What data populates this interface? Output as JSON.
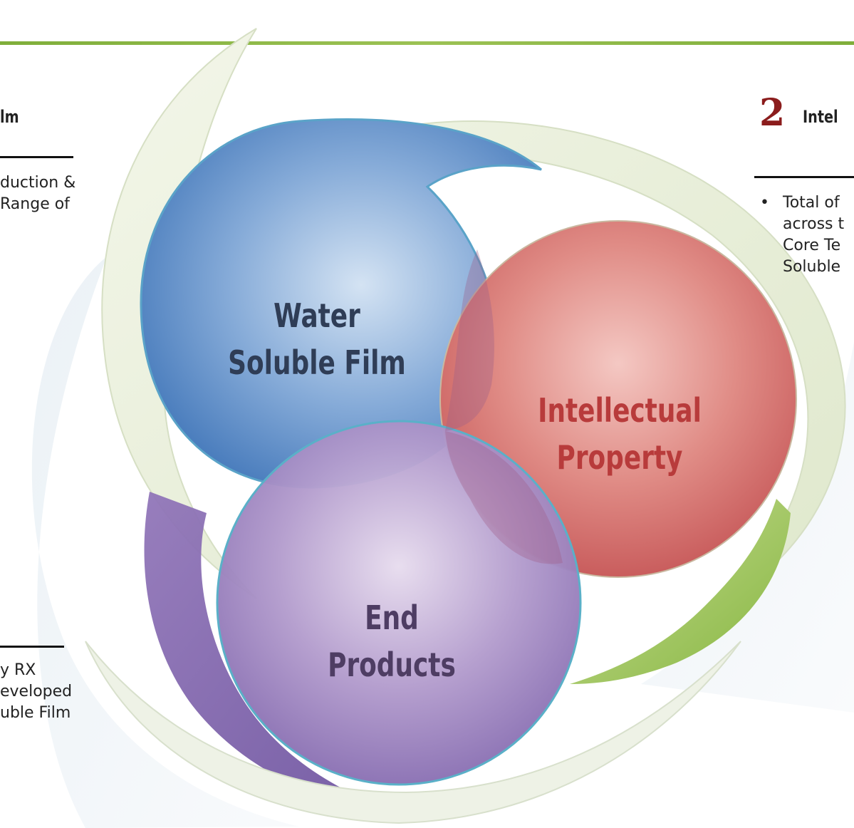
{
  "colors": {
    "accent_green": "#8cbf45",
    "water": "#4f83c0",
    "ip": "#d56a6a",
    "end": "#8e74b6",
    "label_dark": "#2f3d56",
    "label_red": "#b83b3b",
    "label_purple": "#4e3d63",
    "number_red": "#8b1c1c"
  },
  "left_panel": {
    "heading_fragment": "lm",
    "line1": "duction &",
    "line2": "Range of",
    "bottom_line1": "y RX",
    "bottom_line2": "eveloped",
    "bottom_line3": "uble Film"
  },
  "right_panel": {
    "number": "2",
    "heading_fragment": "Intel",
    "bullet": "•",
    "line1": "Total of",
    "line2": "across t",
    "line3": "Core Te",
    "line4": "Soluble"
  },
  "circles": {
    "water": {
      "line1": "Water",
      "line2": "Soluble Film"
    },
    "ip": {
      "line1": "Intellectual",
      "line2": "Property"
    },
    "end": {
      "line1": "End",
      "line2": "Products"
    }
  }
}
